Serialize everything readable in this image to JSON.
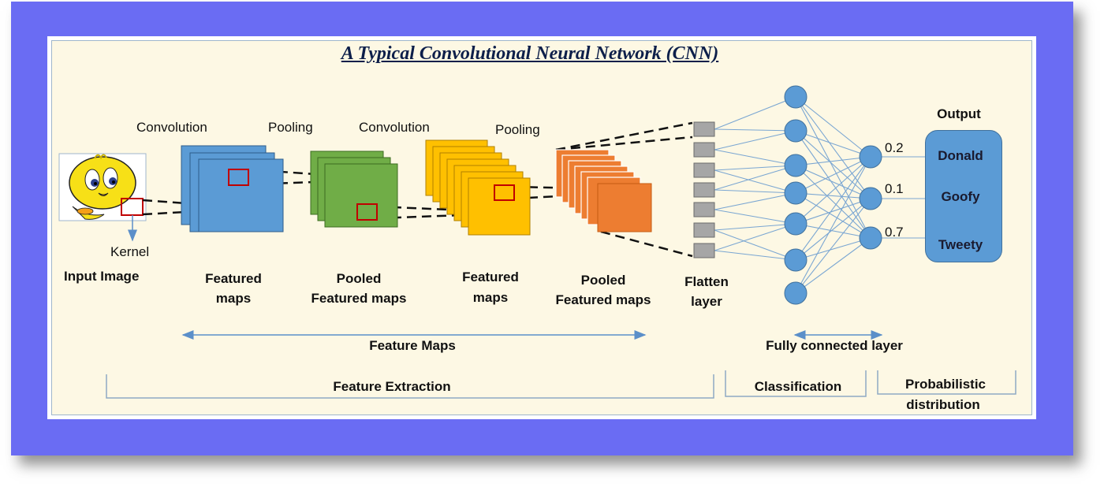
{
  "title": "A Typical Convolutional Neural Network (CNN)",
  "stages": {
    "conv1": "Convolution",
    "pool1": "Pooling",
    "conv2": "Convolution",
    "pool2": "Pooling"
  },
  "labels": {
    "kernel": "Kernel",
    "input_image": "Input Image",
    "featured_maps_1a": "Featured",
    "featured_maps_1b": "maps",
    "pooled_1a": "Pooled",
    "pooled_1b": "Featured maps",
    "featured_maps_2a": "Featured",
    "featured_maps_2b": "maps",
    "pooled_2a": "Pooled",
    "pooled_2b": "Featured maps",
    "flatten_a": "Flatten",
    "flatten_b": "layer",
    "feature_maps": "Feature Maps",
    "fully_connected": "Fully connected layer",
    "feature_extraction": "Feature Extraction",
    "classification": "Classification",
    "probabilistic_a": "Probabilistic",
    "probabilistic_b": "distribution"
  },
  "output": {
    "heading": "Output",
    "classes": [
      "Donald",
      "Goofy",
      "Tweety"
    ],
    "probabilities": [
      "0.2",
      "0.1",
      "0.7"
    ]
  },
  "colors": {
    "frame": "#6a6cf3",
    "blue_maps": "#5b9bd5",
    "green_maps": "#70ad47",
    "yellow_maps": "#ffc000",
    "orange_maps": "#ed7d31",
    "neuron": "#5b9bd5",
    "flatten_cell": "#a6a6a6",
    "kernel_box": "#c00000"
  },
  "icons": {
    "input_image": "cartoon-bird-icon"
  }
}
